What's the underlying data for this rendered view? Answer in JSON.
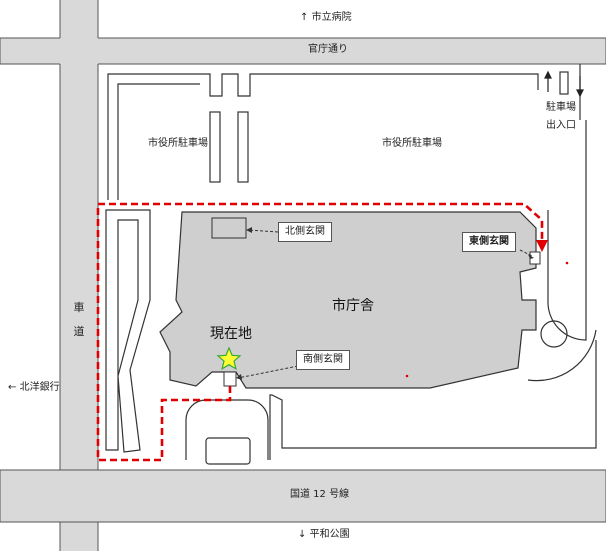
{
  "labels": {
    "north_top": "市立病院",
    "kanchodori": "官庁通り",
    "parking_left": "市役所駐車場",
    "parking_right": "市役所駐車場",
    "parking_entry_line1": "駐車場",
    "parking_entry_line2": "出入口",
    "north_entrance": "北側玄関",
    "east_entrance": "東側玄関",
    "south_entrance": "南側玄関",
    "city_hall": "市庁舎",
    "current_location": "現在地",
    "road_vertical": [
      "車",
      "道"
    ],
    "west": "北洋銀行",
    "route12": "国道 12 号線",
    "south_bottom": "平和公園"
  },
  "arrows": {
    "up": "↑",
    "down": "↓",
    "left": "←"
  },
  "colors": {
    "road": "#d9d9d9",
    "building": "#cfcfcf",
    "route": "#e00000",
    "star": "#ffff33",
    "star_stroke": "#33aa33",
    "outline": "#333333"
  }
}
